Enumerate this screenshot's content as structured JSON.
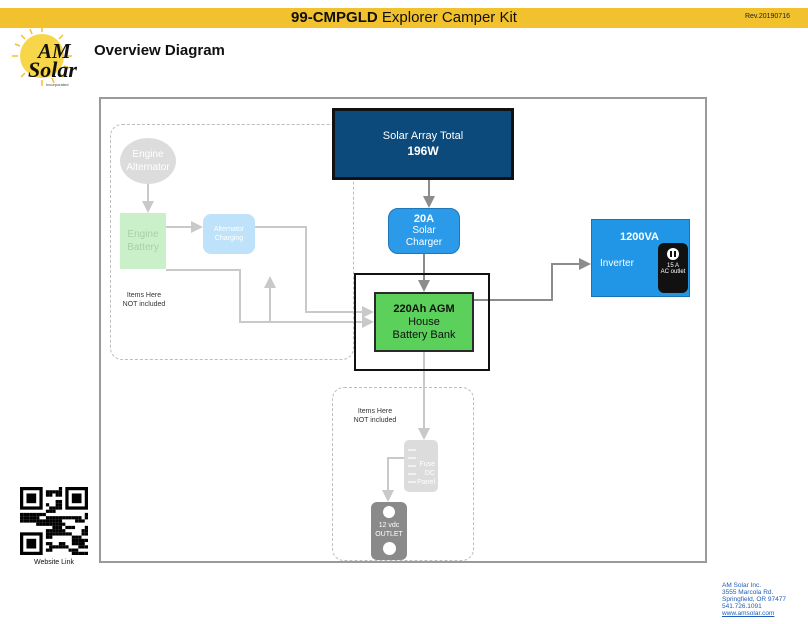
{
  "header": {
    "model": "99-CMPGLD",
    "title_rest": "Explorer Camper Kit",
    "rev": "Rev.20190716"
  },
  "logo": {
    "line1": "AM",
    "line2": "Solar",
    "sub": "Incorporated"
  },
  "page_heading": "Overview Diagram",
  "solar_array": {
    "label": "Solar Array Total",
    "value": "196W"
  },
  "charger": {
    "value": "20A",
    "line1": "Solar",
    "line2": "Charger"
  },
  "battery_bank": {
    "value": "220Ah AGM",
    "line1": "House",
    "line2": "Battery Bank"
  },
  "inverter": {
    "value": "1200VA",
    "label": "Inverter",
    "outlet_line1": "15 A",
    "outlet_line2": "AC outlet"
  },
  "not_included_left": {
    "alternator_line1": "Engine",
    "alternator_line2": "Alternator",
    "engine_batt_line1": "Engine",
    "engine_batt_line2": "Battery",
    "alt_chg_line1": "Alternator",
    "alt_chg_line2": "Charging",
    "note_line1": "Items Here",
    "note_line2": "NOT included"
  },
  "not_included_bottom": {
    "note_line1": "Items Here",
    "note_line2": "NOT included",
    "fuse_line1": "Fuse",
    "fuse_line2": "DC",
    "fuse_line3": "Panel",
    "outlet_line1": "12 vdc",
    "outlet_line2": "OUTLET"
  },
  "qr_label": "Website Link",
  "address": {
    "line1": "AM Solar Inc.",
    "line2": "3555 Marcola Rd.",
    "line3": "Springfield, OR 97477",
    "line4": "541.726.1091",
    "line5": "www.amsolar.com"
  },
  "colors": {
    "header_bar": "#f2c12e",
    "solar_array": "#0b4a7a",
    "charger": "#2b9ae8",
    "battery": "#5bd05b",
    "inverter": "#2196e6",
    "wire": "#8c8c8c"
  },
  "icons": [
    "sun-logo",
    "qr-code",
    "ac-plug",
    "dc-outlet"
  ]
}
